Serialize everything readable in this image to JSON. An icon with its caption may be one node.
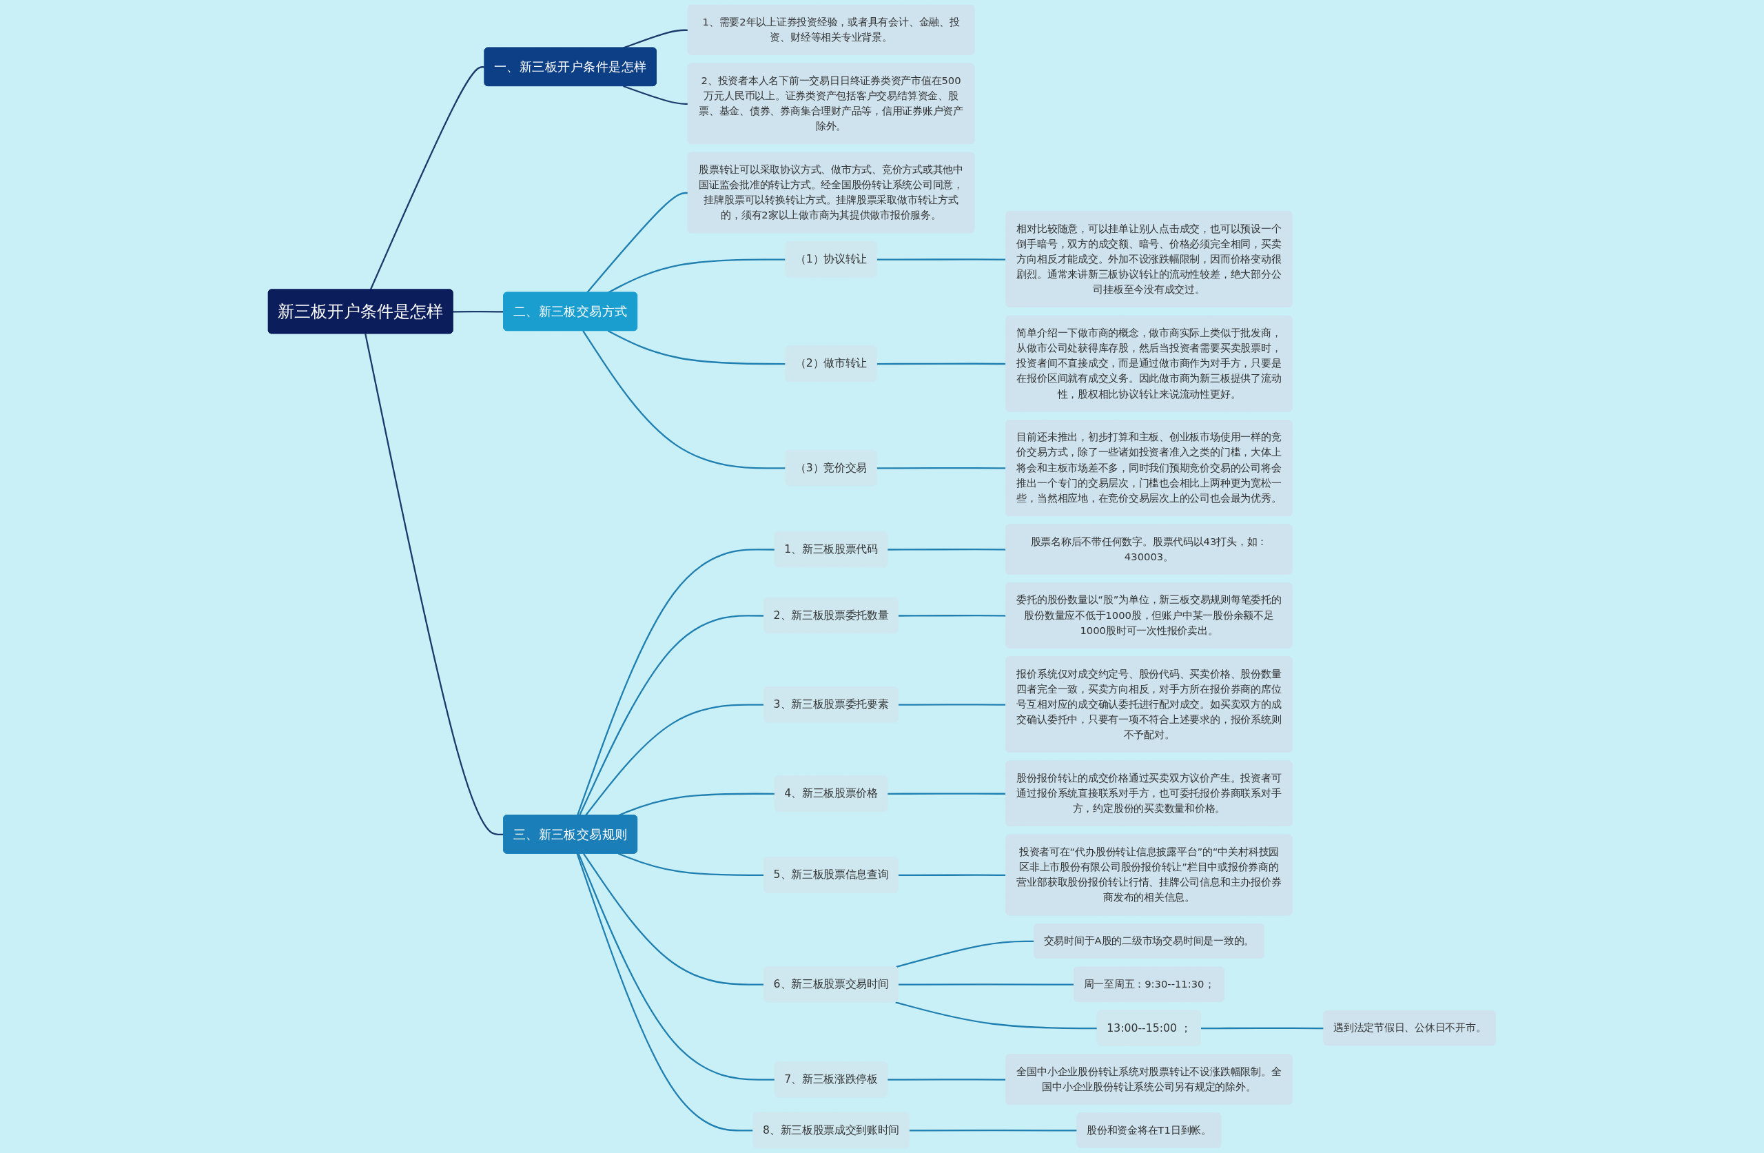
{
  "diagram": {
    "nodes": [
      {
        "text": [
          "新三板开户条件是怎样"
        ]
      },
      {
        "text": [
          "一、新三板开户条件是怎样"
        ]
      },
      {
        "text": [
          "1、需要2年以上证券投资经验，或者具有会计、金融、投资、财经等相关专业背景。"
        ]
      },
      {
        "text": [
          "2、投资者本人名下前一交易日日终证券类资产市值在500万元人民币以上。证券类资产包括客户交易结算资金、股票、基金、债券、券商集合理财产品等，信用证券账户资产除外。"
        ]
      },
      {
        "text": [
          "二、新三板交易方式"
        ]
      },
      {
        "text": [
          "股票转让可以采取协议方式、做市方式、竞价方式或其他中国证监会批准的转让方式。经全国股份转让系统公司同意，挂牌股票可以转换转让方式。挂牌股票采取做市转让方式的，须有2家以上做市商为其提供做市报价服务。"
        ]
      },
      {
        "text": [
          "（1）协议转让"
        ]
      },
      {
        "text": [
          "相对比较随意，可以挂单让别人点击成交，也可以预设一个倒手暗号，双方的成交额、暗号、价格必须完全相同，买卖方向相反才能成交。外加不设涨跌幅限制，因而价格变动很剧烈。通常来讲新三板协议转让的流动性较差，绝大部分公司挂板至今没有成交过。"
        ]
      },
      {
        "text": [
          "（2）做市转让"
        ]
      },
      {
        "text": [
          "简单介绍一下做市商的概念，做市商实际上类似于批发商，从做市公司处获得库存股，然后当投资者需要买卖股票时，投资者间不直接成交，而是通过做市商作为对手方，只要是在报价区间就有成交义务。因此做市商为新三板提供了流动性，股权相比协议转让来说流动性更好。"
        ]
      },
      {
        "text": [
          "（3）竞价交易"
        ]
      },
      {
        "text": [
          "目前还未推出，初步打算和主板、创业板市场使用一样的竞价交易方式，除了一些诸如投资者准入之类的门槛，大体上将会和主板市场差不多，同时我们预期竞价交易的公司将会推出一个专门的交易层次，门槛也会相比上两种更为宽松一些，当然相应地，在竞价交易层次上的公司也会最为优秀。"
        ]
      },
      {
        "text": [
          "三、新三板交易规则"
        ]
      },
      {
        "text": [
          "1、新三板股票代码"
        ]
      },
      {
        "text": [
          "股票名称后不带任何数字。股票代码以43打头，如：430003。"
        ]
      },
      {
        "text": [
          "2、新三板股票委托数量"
        ]
      },
      {
        "text": [
          "委托的股份数量以“股”为单位，新三板交易规则每笔委托的股份数量应不低于1000股，但账户中某一股份余额不足1000股时可一次性报价卖出。"
        ]
      },
      {
        "text": [
          "3、新三板股票委托要素"
        ]
      },
      {
        "text": [
          "报价系统仅对成交约定号、股份代码、买卖价格、股份数量四者完全一致，买卖方向相反，对手方所在报价券商的席位号互相对应的成交确认委托进行配对成交。如买卖双方的成交确认委托中，只要有一项不符合上述要求的，报价系统则不予配对。"
        ]
      },
      {
        "text": [
          "4、新三板股票价格"
        ]
      },
      {
        "text": [
          "股份报价转让的成交价格通过买卖双方议价产生。投资者可通过报价系统直接联系对手方，也可委托报价券商联系对手方，约定股份的买卖数量和价格。"
        ]
      },
      {
        "text": [
          "5、新三板股票信息查询"
        ]
      },
      {
        "text": [
          "投资者可在“代办股份转让信息披露平台”的“中关村科技园区非上市股份有限公司股份报价转让”栏目中或报价券商的营业部获取股份报价转让行情、挂牌公司信息和主办报价券商发布的相关信息。"
        ]
      },
      {
        "text": [
          "6、新三板股票交易时间"
        ]
      },
      {
        "text": [
          "交易时间于A股的二级市场交易时间是一致的。"
        ]
      },
      {
        "text": [
          "周一至周五：9:30--11:30；"
        ]
      },
      {
        "text": [
          "13:00--15:00 ；"
        ]
      },
      {
        "text": [
          "遇到法定节假日、公休日不开市。"
        ]
      },
      {
        "text": [
          "7、新三板涨跌停板"
        ]
      },
      {
        "text": [
          "全国中小企业股份转让系统对股票转让不设涨跌幅限制。全国中小企业股份转让系统公司另有规定的除外。"
        ]
      },
      {
        "text": [
          "8、新三板股票成交到账时间"
        ]
      },
      {
        "text": [
          "股份和资金将在T1日到帐。"
        ]
      }
    ],
    "edges": [
      {
        "from": 0,
        "to": 1,
        "arrow": "none",
        "color": "#1b3a6b"
      },
      {
        "from": 1,
        "to": 2,
        "arrow": "none",
        "color": "#1b3a6b"
      },
      {
        "from": 1,
        "to": 3,
        "arrow": "none",
        "color": "#1b3a6b"
      },
      {
        "from": 0,
        "to": 4,
        "arrow": "none",
        "color": "#1b3a6b"
      },
      {
        "from": 4,
        "to": 5,
        "arrow": "none"
      },
      {
        "from": 4,
        "to": 6,
        "arrow": "none"
      },
      {
        "from": 6,
        "to": 7,
        "arrow": "none"
      },
      {
        "from": 4,
        "to": 8,
        "arrow": "none"
      },
      {
        "from": 8,
        "to": 9,
        "arrow": "none"
      },
      {
        "from": 4,
        "to": 10,
        "arrow": "none"
      },
      {
        "from": 10,
        "to": 11,
        "arrow": "none"
      },
      {
        "from": 0,
        "to": 12,
        "arrow": "none",
        "color": "#1b3a6b"
      },
      {
        "from": 12,
        "to": 13,
        "arrow": "none"
      },
      {
        "from": 13,
        "to": 14,
        "arrow": "none"
      },
      {
        "from": 12,
        "to": 15,
        "arrow": "none"
      },
      {
        "from": 15,
        "to": 16,
        "arrow": "none"
      },
      {
        "from": 12,
        "to": 17,
        "arrow": "none"
      },
      {
        "from": 17,
        "to": 18,
        "arrow": "none"
      },
      {
        "from": 12,
        "to": 19,
        "arrow": "none"
      },
      {
        "from": 19,
        "to": 20,
        "arrow": "none"
      },
      {
        "from": 12,
        "to": 21,
        "arrow": "none"
      },
      {
        "from": 21,
        "to": 22,
        "arrow": "none"
      },
      {
        "from": 12,
        "to": 23,
        "arrow": "none"
      },
      {
        "from": 23,
        "to": 24,
        "arrow": "none"
      },
      {
        "from": 23,
        "to": 25,
        "arrow": "none"
      },
      {
        "from": 23,
        "to": 26,
        "arrow": "none"
      },
      {
        "from": 26,
        "to": 27,
        "arrow": "none"
      },
      {
        "from": 12,
        "to": 28,
        "arrow": "none"
      },
      {
        "from": 28,
        "to": 29,
        "arrow": "none"
      },
      {
        "from": 12,
        "to": 30,
        "arrow": "none"
      },
      {
        "from": 30,
        "to": 31,
        "arrow": "none"
      }
    ]
  }
}
